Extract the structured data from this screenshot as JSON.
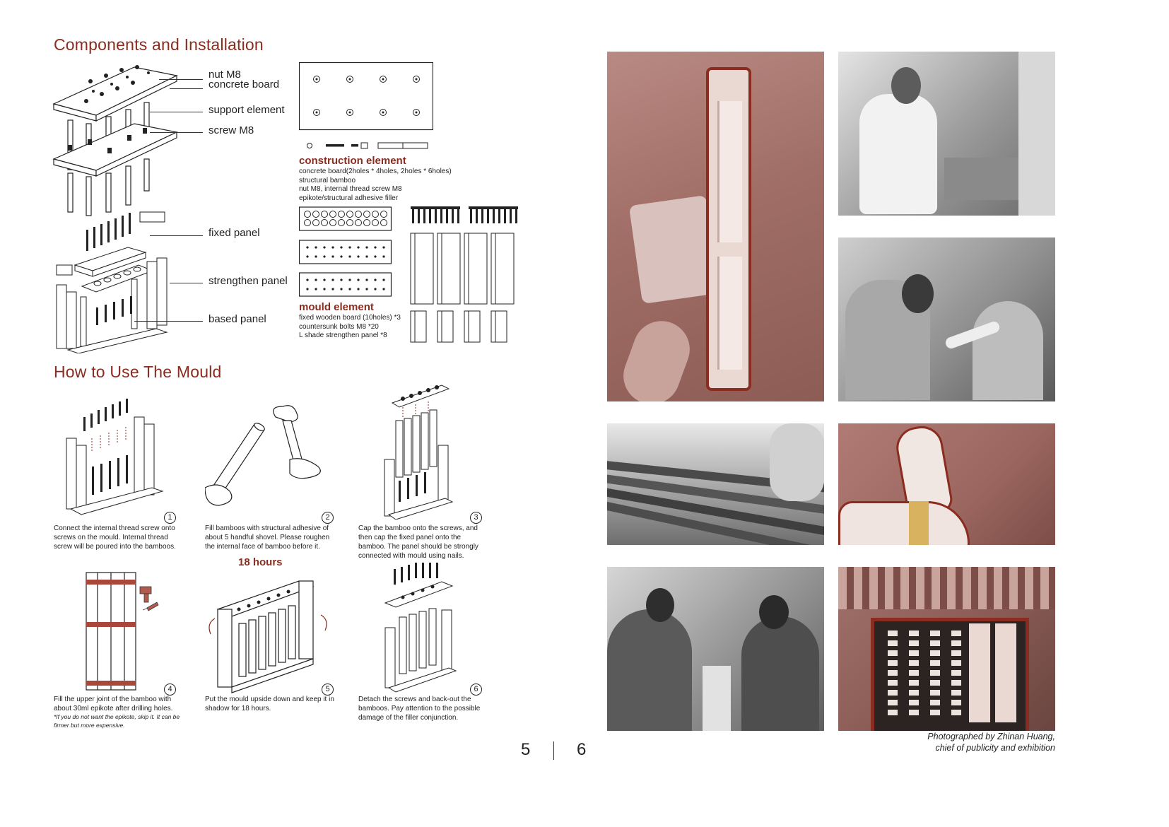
{
  "components": {
    "heading": "Components and Installation",
    "callouts": {
      "nut": "nut M8",
      "board": "concrete board",
      "support": "support element",
      "screw": "screw M8",
      "fixed": "fixed panel",
      "strengthen": "strengthen panel",
      "based": "based panel"
    },
    "construction": {
      "title": "construction element",
      "lines": [
        "concrete board(2holes * 4holes, 2holes * 6holes)",
        "structural bamboo",
        "nut M8, internal thread screw M8",
        "epikote/structural adhesive filler"
      ]
    },
    "mould": {
      "title": "mould element",
      "lines": [
        "fixed wooden board (10holes) *3",
        "countersunk bolts M8 *20",
        "L shade strengthen panel *8"
      ]
    }
  },
  "usage": {
    "heading": "How to Use The Mould",
    "hours_label": "18 hours",
    "steps": [
      {
        "num": "1",
        "text": "Connect the internal thread screw onto screws on the mould. Internal thread screw will be poured into the bamboos."
      },
      {
        "num": "2",
        "text": "Fill bamboos with structural adhesive of about 5 handful shovel. Please roughen the internal face of bamboo before it."
      },
      {
        "num": "3",
        "text": "Cap the bamboo onto the screws, and then cap the fixed panel onto the bamboo. The panel should be strongly connected with mould using nails."
      },
      {
        "num": "4",
        "text": "Fill the upper joint of the bamboo with about 30ml epikote after drilling holes.",
        "note": "*If you do not want the epikote, skip it. It can be firmer but more expensive."
      },
      {
        "num": "5",
        "text": "Put the mould upside down and keep it in shadow for 18 hours."
      },
      {
        "num": "6",
        "text": "Detach the screws and back-out the bamboos. Pay attention to the possible damage of the filler conjunction."
      }
    ]
  },
  "pages": {
    "left": "5",
    "right": "6"
  },
  "credit": {
    "line1": "Photographed by Zhinan Huang,",
    "line2": "chief of  publicity and exhibition"
  },
  "colors": {
    "accent": "#8a2c1f",
    "tint": "#a9746c"
  }
}
